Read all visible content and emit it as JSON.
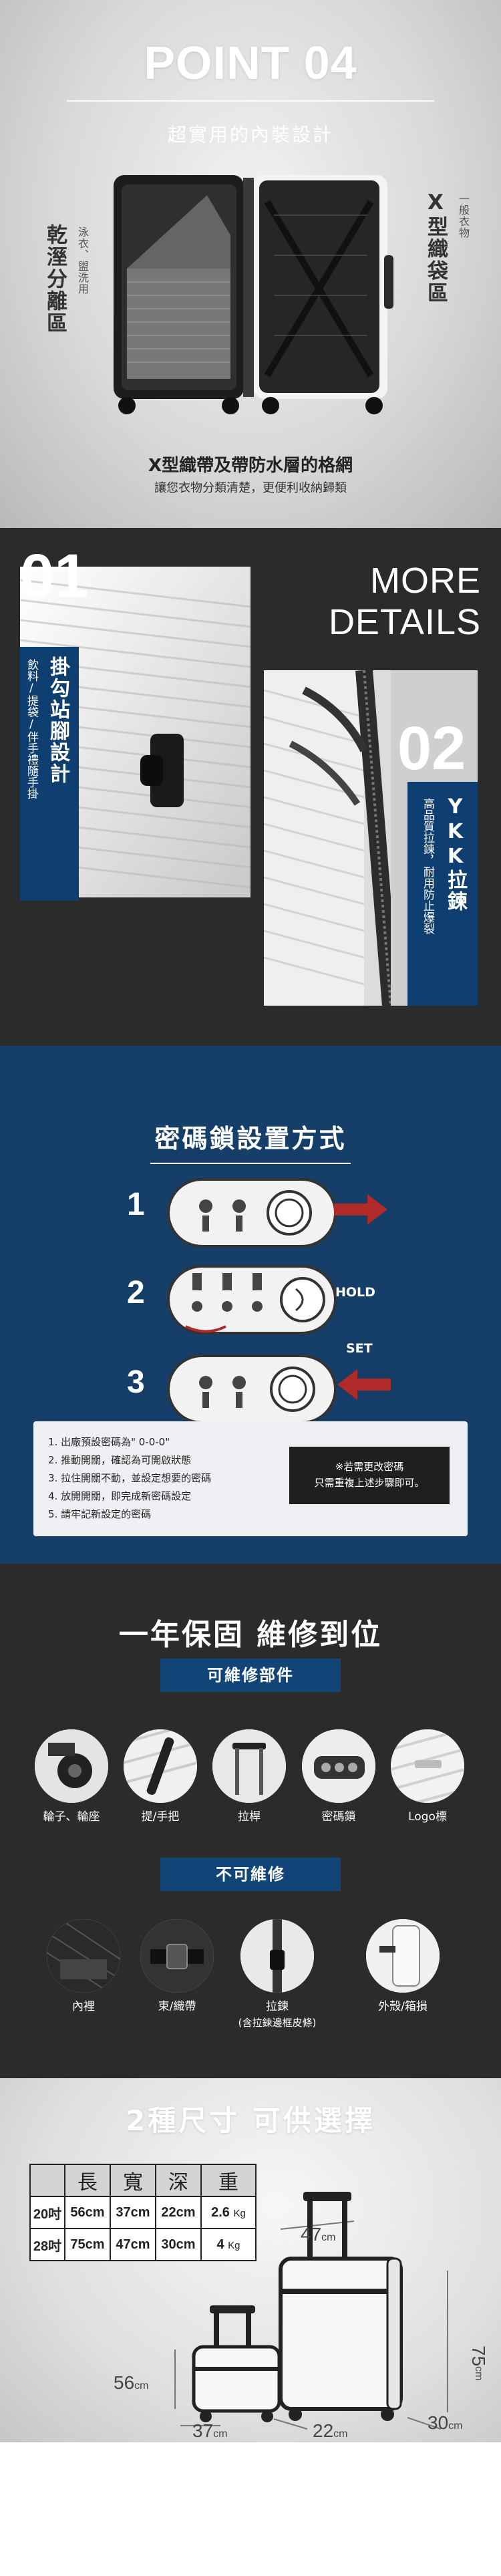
{
  "point04": {
    "title": "POINT 04",
    "subtitle": "超實用的內裝設計",
    "right_label_main": "X型織袋區",
    "right_label_sub": "一般衣物",
    "left_label_main": "乾溼分離區",
    "left_label_sub": "泳衣、盥洗用",
    "caption_main": "X型織帶及帶防水層的格網",
    "caption_sub": "讓您衣物分類清楚，更便利收納歸類"
  },
  "details": {
    "heading_line1": "MORE",
    "heading_line2": "DETAILS",
    "item1": {
      "number": "01",
      "title": "掛勾站腳設計",
      "desc": "飲料/提袋/伴手禮隨手掛"
    },
    "item2": {
      "number": "02",
      "title": "YKK拉鍊",
      "desc": "高品質拉鍊，耐用防止爆裂"
    }
  },
  "lock": {
    "heading": "密碼鎖設置方式",
    "step_numbers": [
      "1",
      "2",
      "3"
    ],
    "hold_label": "HOLD",
    "set_label": "SET",
    "instructions": [
      "1. 出廠預設密碼為\" 0-0-0\"",
      "2. 推動開關，確認為可開啟狀態",
      "3. 拉住開關不動，並設定想要的密碼",
      "4. 放開開關，即完成新密碼設定",
      "5. 請牢記新設定的密碼"
    ],
    "note_line1": "※若需更改密碼",
    "note_line2": "只需重複上述步驟即可。"
  },
  "warranty": {
    "heading": "一年保固 維修到位",
    "repairable_title": "可維修部件",
    "repairable_items": [
      "輪子、輪座",
      "提/手把",
      "拉桿",
      "密碼鎖",
      "Logo標"
    ],
    "nonrepairable_title": "不可維修",
    "nonrepairable_items": [
      "內裡",
      "束/織帶",
      "拉鍊",
      "外殼/箱損"
    ],
    "zipper_note": "(含拉鍊邊框皮條)"
  },
  "sizes": {
    "heading": "2種尺寸 可供選擇",
    "table_headers": [
      "",
      "長",
      "寬",
      "深",
      "重"
    ],
    "rows": [
      {
        "size": "20吋",
        "l": "56cm",
        "w": "37cm",
        "d": "22cm",
        "weight": "2.6",
        "weight_unit": "Kg"
      },
      {
        "size": "28吋",
        "l": "75cm",
        "w": "47cm",
        "d": "30cm",
        "weight": "4",
        "weight_unit": "Kg"
      }
    ],
    "dim_labels": {
      "big_width": "47",
      "big_height": "75",
      "big_depth": "30",
      "small_height": "56",
      "small_width": "37",
      "small_depth": "22",
      "unit": "cm"
    }
  }
}
